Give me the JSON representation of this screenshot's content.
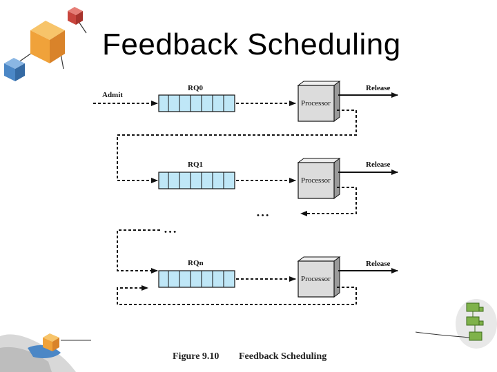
{
  "slide": {
    "title": "Feedback Scheduling"
  },
  "diagram": {
    "admit_label": "Admit",
    "queues": [
      {
        "label": "RQ0",
        "processor_label": "Processor",
        "release_label": "Release"
      },
      {
        "label": "RQ1",
        "processor_label": "Processor",
        "release_label": "Release"
      },
      {
        "label": "RQn",
        "processor_label": "Processor",
        "release_label": "Release"
      }
    ],
    "ellipsis": "• • •"
  },
  "caption": {
    "figure_number": "Figure 9.10",
    "text": "Feedback Scheduling"
  },
  "colors": {
    "queue_fill": "#bfe7f7",
    "processor_fill": "#dcdcdc",
    "decor_red": "#c8453d",
    "decor_orange": "#f0a23a",
    "decor_blue": "#4b87c6",
    "decor_green": "#7fb24a"
  },
  "decorations": [
    "cube-cluster-icon",
    "hand-with-cube-icon",
    "flowchart-blocks-icon"
  ]
}
